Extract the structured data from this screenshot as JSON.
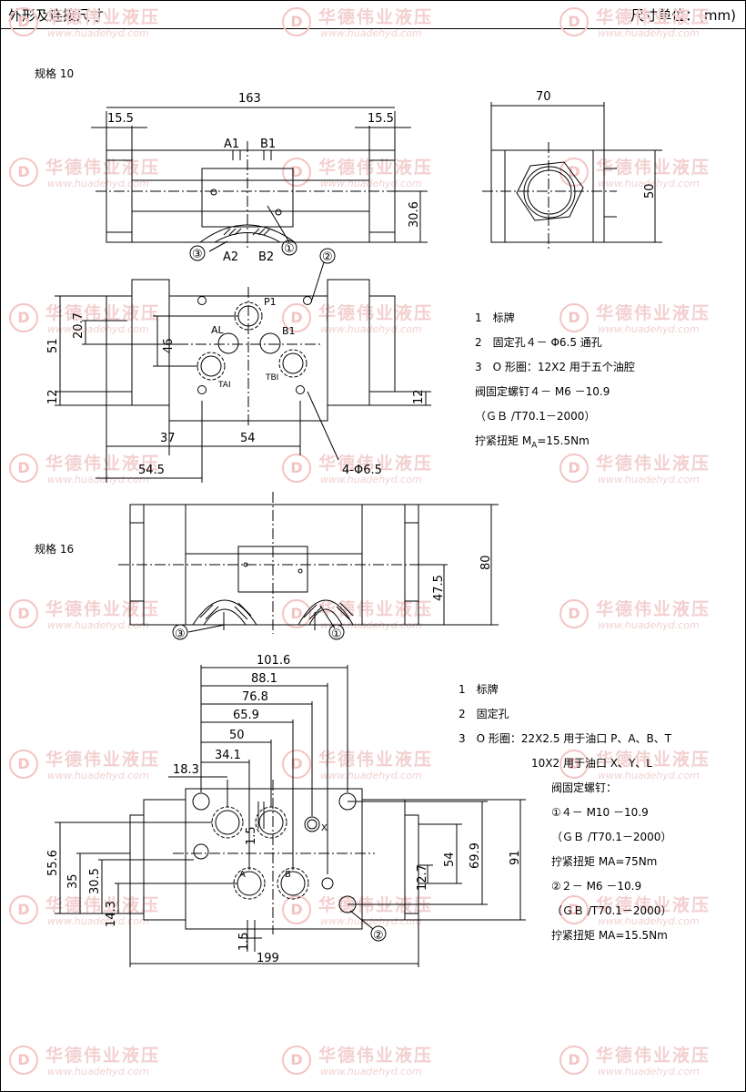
{
  "header": {
    "title": "外形及连接尺寸",
    "unit": "尺寸单位：(mm)"
  },
  "watermark": {
    "brand": "华德伟业液压",
    "url": "www.huadehyd.com",
    "logo_letter": "D"
  },
  "spec10": {
    "label": "规格 10",
    "dims": {
      "total_width": "163",
      "left_margin": "15.5",
      "right_margin": "15.5",
      "side_width": "70",
      "side_height": "50",
      "plate_height": "30.6",
      "d20_7": "20.7",
      "d46": "46",
      "d51": "51",
      "d12_left": "12",
      "d12_right": "12",
      "d37": "37",
      "d54": "54",
      "d54_5": "54.5",
      "holes": "4-Φ6.5"
    },
    "ports": {
      "a1": "A1",
      "b1": "B1",
      "a2": "A2",
      "b2": "B2",
      "p1": "P1",
      "al": "AL",
      "bl": "B1",
      "ta": "TAI",
      "tb": "TBI"
    },
    "callouts": {
      "c1": "①",
      "c2": "②",
      "c3": "③"
    },
    "notes": [
      "1　标牌",
      "2　固定孔４－ Φ6.5 通孔",
      "3　O 形圈：12X2 用于五个油腔",
      "阀固定螺钉４－ M6 －10.9",
      "（ＧＢ /T70.1－2000）"
    ],
    "torque": {
      "prefix": "拧紧扭矩 M",
      "sub": "A",
      "suffix": "=15.5Nm"
    }
  },
  "spec16": {
    "label": "规格 16",
    "dims": {
      "h80": "80",
      "h47_5": "47.5",
      "d101_6": "101.6",
      "d88_1": "88.1",
      "d76_8": "76.8",
      "d65_9": "65.9",
      "d50": "50",
      "d34_1": "34.1",
      "d18_3": "18.3",
      "d1_5a": "1.5",
      "d1_5b": "1.5",
      "d55_6": "55.6",
      "d35": "35",
      "d30_5": "30.5",
      "d14_3": "14.3",
      "d12_7": "12.7",
      "d54": "54",
      "d69_9": "69.9",
      "d91": "91",
      "d199": "199"
    },
    "ports": {
      "x": "X",
      "a": "A",
      "b": "B"
    },
    "callouts": {
      "c1": "①",
      "c2": "②",
      "c3": "③"
    },
    "notes": [
      "1　标牌",
      "2　固定孔",
      "3　O 形圈：22X2.5 用于油口 P、A、B、T",
      "10X2 用于油口 X、Y、L",
      "阀固定螺钉：",
      "①４－ M10 －10.9",
      "（ＧＢ /T70.1－2000）",
      "拧紧扭矩 MA=75Nm",
      "②２－ M6 －10.9",
      "（ＧＢ /T70.1－2000）",
      "拧紧扭矩 MA=15.5Nm"
    ]
  }
}
